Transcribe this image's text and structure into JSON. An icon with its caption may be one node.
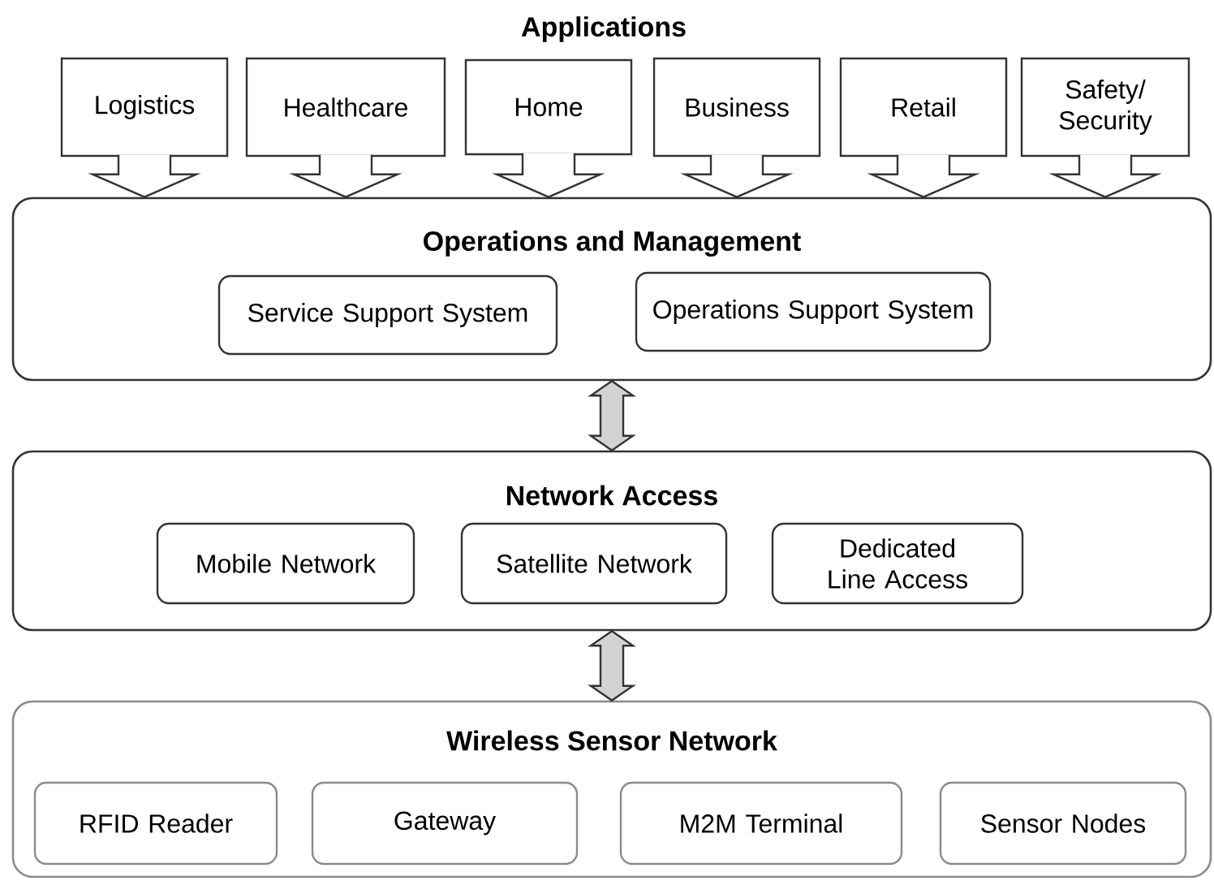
{
  "diagram": {
    "title": "Applications",
    "nodes": [
      {
        "text": [
          "Logistics"
        ]
      },
      {
        "text": [
          "Healthcare"
        ]
      },
      {
        "text": [
          "Home"
        ]
      },
      {
        "text": [
          "Business"
        ]
      },
      {
        "text": [
          "Retail"
        ]
      },
      {
        "text": [
          "Safety/ Security"
        ]
      },
      {
        "text": [
          "Operations and Management"
        ]
      },
      {
        "text": [
          "Service Support System"
        ],
        "in": 6
      },
      {
        "text": [
          "Operations Support System"
        ],
        "in": 6
      },
      {
        "text": [
          "Network Access"
        ]
      },
      {
        "text": [
          "Mobile Network"
        ],
        "in": 9
      },
      {
        "text": [
          "Satellite Network"
        ],
        "in": 9
      },
      {
        "text": [
          "Dedicated Line Access"
        ],
        "in": 9
      },
      {
        "text": [
          "Wireless Sensor Network"
        ]
      },
      {
        "text": [
          "RFID Reader"
        ],
        "in": 13
      },
      {
        "text": [
          "Gateway"
        ],
        "in": 13
      },
      {
        "text": [
          "M2M Terminal"
        ],
        "in": 13
      },
      {
        "text": [
          "Sensor Nodes"
        ],
        "in": 13
      }
    ],
    "edges": [
      {
        "from": 0,
        "to": 6,
        "arrow": "to"
      },
      {
        "from": 1,
        "to": 6,
        "arrow": "to"
      },
      {
        "from": 2,
        "to": 6,
        "arrow": "to"
      },
      {
        "from": 3,
        "to": 6,
        "arrow": "to"
      },
      {
        "from": 4,
        "to": 6,
        "arrow": "to"
      },
      {
        "from": 5,
        "to": 6,
        "arrow": "to"
      },
      {
        "from": 6,
        "to": 9,
        "arrow": "both"
      },
      {
        "from": 9,
        "to": 13,
        "arrow": "both"
      }
    ]
  }
}
